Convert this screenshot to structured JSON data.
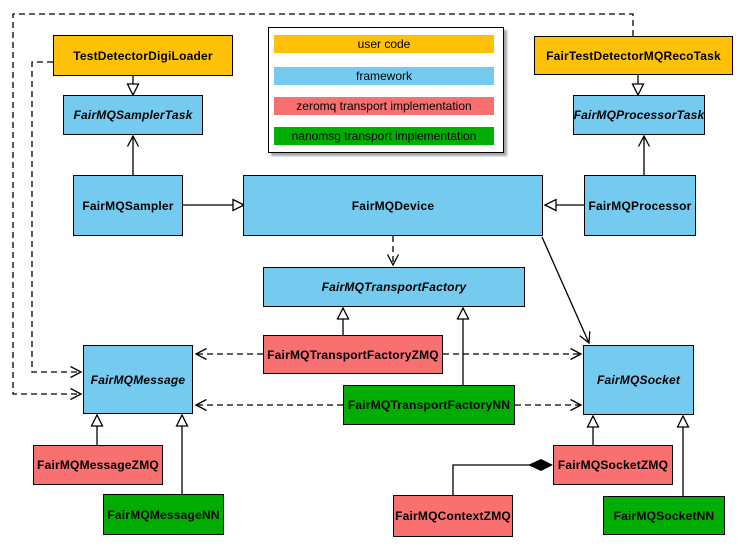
{
  "colors": {
    "user_code": "#FFC107",
    "framework": "#74CBEF",
    "zeromq": "#F87070",
    "nanomsg": "#00AD00"
  },
  "classes": {
    "testDetectorDigiLoader": {
      "label": "TestDetectorDigiLoader",
      "abstract": false
    },
    "fairTestDetectorMQRecoTask": {
      "label": "FairTestDetectorMQRecoTask",
      "abstract": false
    },
    "fairMQSamplerTask": {
      "label": "FairMQSamplerTask",
      "abstract": true
    },
    "fairMQProcessorTask": {
      "label": "FairMQProcessorTask",
      "abstract": true
    },
    "fairMQSampler": {
      "label": "FairMQSampler",
      "abstract": false
    },
    "fairMQDevice": {
      "label": "FairMQDevice",
      "abstract": false
    },
    "fairMQProcessor": {
      "label": "FairMQProcessor",
      "abstract": false
    },
    "fairMQTransportFactory": {
      "label": "FairMQTransportFactory",
      "abstract": true
    },
    "fairMQTransportFactoryZMQ": {
      "label": "FairMQTransportFactoryZMQ",
      "abstract": false
    },
    "fairMQTransportFactoryNN": {
      "label": "FairMQTransportFactoryNN",
      "abstract": false
    },
    "fairMQMessage": {
      "label": "FairMQMessage",
      "abstract": true
    },
    "fairMQMessageZMQ": {
      "label": "FairMQMessageZMQ",
      "abstract": false
    },
    "fairMQMessageNN": {
      "label": "FairMQMessageNN",
      "abstract": false
    },
    "fairMQSocket": {
      "label": "FairMQSocket",
      "abstract": true
    },
    "fairMQSocketZMQ": {
      "label": "FairMQSocketZMQ",
      "abstract": false
    },
    "fairMQSocketNN": {
      "label": "FairMQSocketNN",
      "abstract": false
    },
    "fairMQContextZMQ": {
      "label": "FairMQContextZMQ",
      "abstract": false
    }
  },
  "legend": {
    "items": [
      {
        "label": "user code",
        "color": "#FFC107"
      },
      {
        "label": "framework",
        "color": "#74CBEF"
      },
      {
        "label": "zeromq transport implementation",
        "color": "#F87070"
      },
      {
        "label": "nanomsg transport implementation",
        "color": "#00AD00"
      }
    ]
  },
  "relationships": [
    {
      "from": "TestDetectorDigiLoader",
      "to": "FairMQSamplerTask",
      "type": "inheritance"
    },
    {
      "from": "FairTestDetectorMQRecoTask",
      "to": "FairMQProcessorTask",
      "type": "inheritance"
    },
    {
      "from": "FairMQSampler",
      "to": "FairMQSamplerTask",
      "type": "association"
    },
    {
      "from": "FairMQProcessor",
      "to": "FairMQProcessorTask",
      "type": "association"
    },
    {
      "from": "FairMQSampler",
      "to": "FairMQDevice",
      "type": "inheritance"
    },
    {
      "from": "FairMQProcessor",
      "to": "FairMQDevice",
      "type": "inheritance"
    },
    {
      "from": "FairMQDevice",
      "to": "FairMQTransportFactory",
      "type": "dependency"
    },
    {
      "from": "FairMQDevice",
      "to": "FairMQSocket",
      "type": "association"
    },
    {
      "from": "FairMQTransportFactoryZMQ",
      "to": "FairMQTransportFactory",
      "type": "inheritance"
    },
    {
      "from": "FairMQTransportFactoryNN",
      "to": "FairMQTransportFactory",
      "type": "inheritance"
    },
    {
      "from": "FairMQTransportFactoryZMQ",
      "to": "FairMQMessage",
      "type": "dependency"
    },
    {
      "from": "FairMQTransportFactoryZMQ",
      "to": "FairMQSocket",
      "type": "dependency"
    },
    {
      "from": "FairMQTransportFactoryNN",
      "to": "FairMQMessage",
      "type": "dependency"
    },
    {
      "from": "FairMQTransportFactoryNN",
      "to": "FairMQSocket",
      "type": "dependency"
    },
    {
      "from": "TestDetectorDigiLoader",
      "to": "FairMQMessage",
      "type": "dependency"
    },
    {
      "from": "FairTestDetectorMQRecoTask",
      "to": "FairMQMessage",
      "type": "dependency"
    },
    {
      "from": "FairMQMessageZMQ",
      "to": "FairMQMessage",
      "type": "inheritance"
    },
    {
      "from": "FairMQMessageNN",
      "to": "FairMQMessage",
      "type": "inheritance"
    },
    {
      "from": "FairMQSocketZMQ",
      "to": "FairMQSocket",
      "type": "inheritance"
    },
    {
      "from": "FairMQSocketNN",
      "to": "FairMQSocket",
      "type": "inheritance"
    },
    {
      "from": "FairMQContextZMQ",
      "to": "FairMQSocketZMQ",
      "type": "composition"
    }
  ]
}
